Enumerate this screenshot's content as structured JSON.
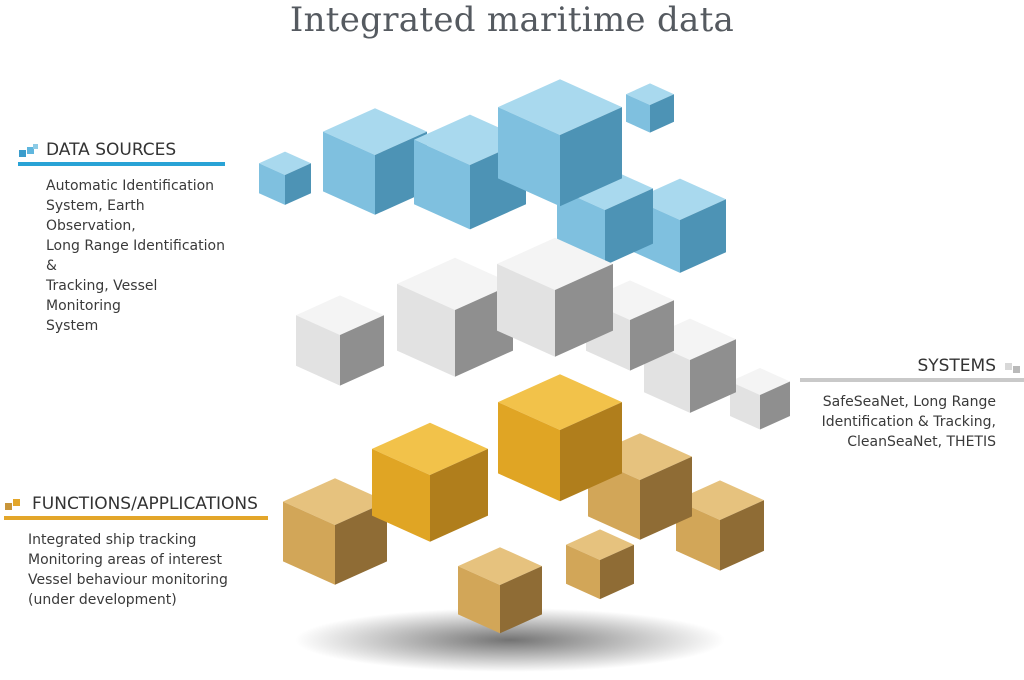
{
  "title": "Integrated maritime data",
  "colors": {
    "data_sources": "#29a3d6",
    "systems": "#c9c9c9",
    "functions": "#e3a62a"
  },
  "sections": {
    "data_sources": {
      "label": "DATA SOURCES",
      "lines": [
        "Automatic Identification",
        "System, Earth Observation,",
        "Long Range Identification &",
        "Tracking, Vessel Monitoring",
        "System"
      ]
    },
    "systems": {
      "label": "SYSTEMS",
      "lines": [
        "SafeSeaNet, Long Range",
        "Identification & Tracking,",
        "CleanSeaNet, THETIS"
      ]
    },
    "functions": {
      "label": "FUNCTIONS/APPLICATIONS",
      "lines": [
        "Integrated ship tracking",
        "Monitoring areas of interest",
        "Vessel behaviour monitoring",
        "(under development)"
      ]
    }
  }
}
